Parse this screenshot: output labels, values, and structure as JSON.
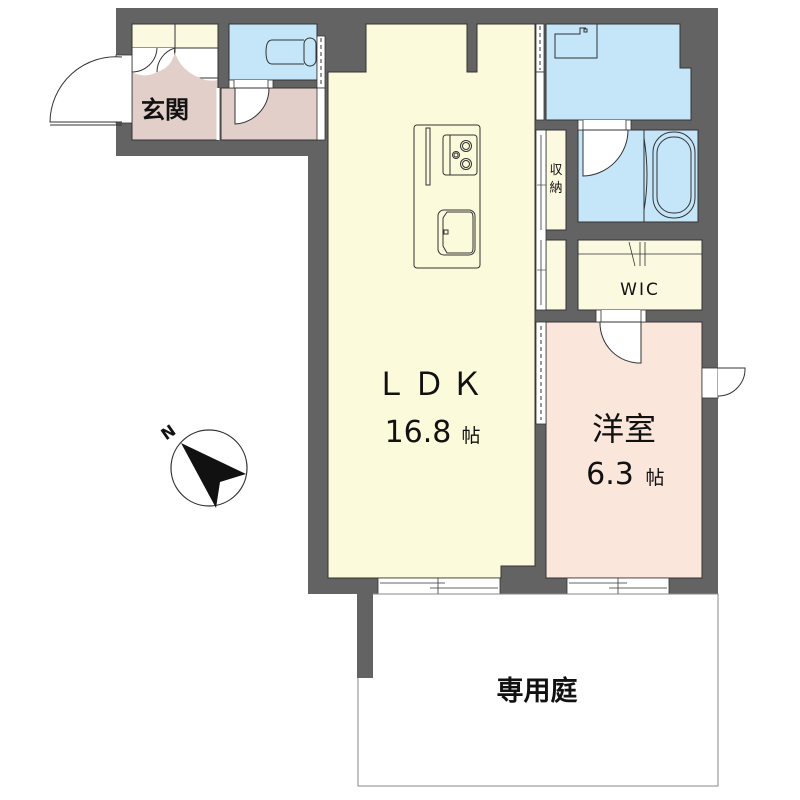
{
  "plan": {
    "title": "1LDK floor plan",
    "colors": {
      "wall": "#636363",
      "ldk": "#fbfadb",
      "wet_area": "#c5e5f8",
      "entrance": "#e3cfca",
      "bedroom": "#fbe6db",
      "storage": "#fbf9e0",
      "garden": "#ffffff",
      "line": "#333333"
    },
    "rooms": {
      "entrance": {
        "label": "玄関"
      },
      "ldk": {
        "label": "ＬＤＫ",
        "area": "16.8",
        "unit": "帖"
      },
      "bedroom": {
        "label": "洋室",
        "area": "6.3",
        "unit": "帖"
      },
      "storage": {
        "label_line1": "収",
        "label_line2": "納"
      },
      "wic": {
        "label": "WIC"
      },
      "garden": {
        "label": "専用庭"
      }
    },
    "compass": {
      "label": "N"
    }
  }
}
